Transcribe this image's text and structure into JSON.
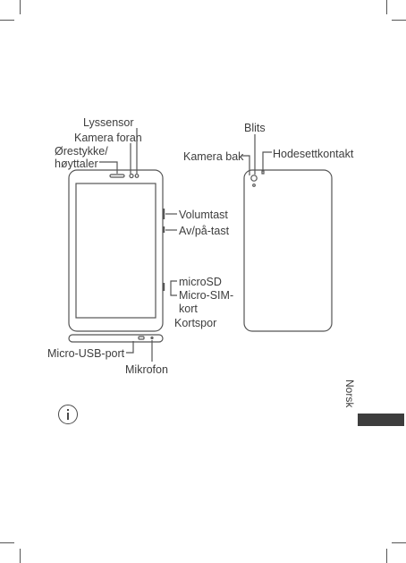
{
  "labels": {
    "light_sensor": "Lyssensor",
    "front_camera": "Kamera foran",
    "earpiece_line1": "Ørestykke/",
    "earpiece_line2": "høyttaler",
    "flash": "Blits",
    "rear_camera": "Kamera bak",
    "headset_jack": "Hodesettkontakt",
    "volume_key": "Volumtast",
    "power_key": "Av/på-tast",
    "microsd": "microSD",
    "micro_sim_line1": "Micro-SIM-",
    "micro_sim_line2": "kort",
    "card_slot": "Kortspor",
    "micro_usb": "Micro-USB-port",
    "microphone": "Mikrofon"
  },
  "side_tab": {
    "label": "Norsk"
  },
  "icons": {
    "info": "info-icon"
  },
  "colors": {
    "line": "#555555",
    "tab": "#3d3d3d"
  }
}
